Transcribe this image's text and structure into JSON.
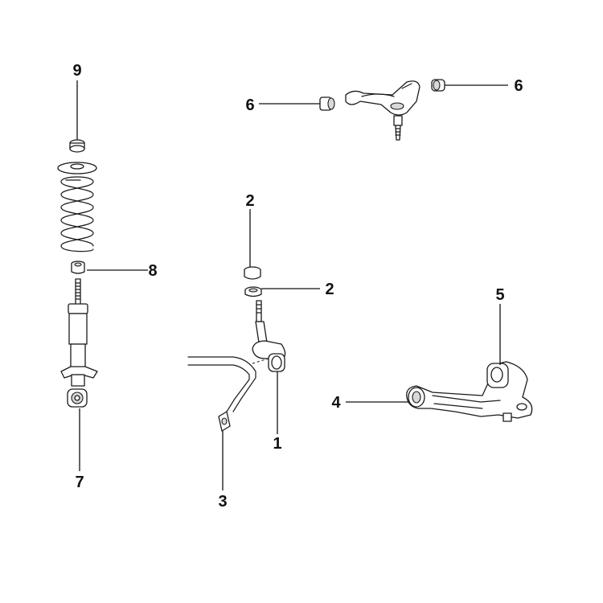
{
  "callouts": {
    "c9": "9",
    "c8": "8",
    "c7": "7",
    "c6_left": "6",
    "c6_right": "6",
    "c2_top": "2",
    "c2_right": "2",
    "c1": "1",
    "c3": "3",
    "c4": "4",
    "c5": "5"
  },
  "colors": {
    "line": "#1a1a1a",
    "background": "#ffffff"
  }
}
